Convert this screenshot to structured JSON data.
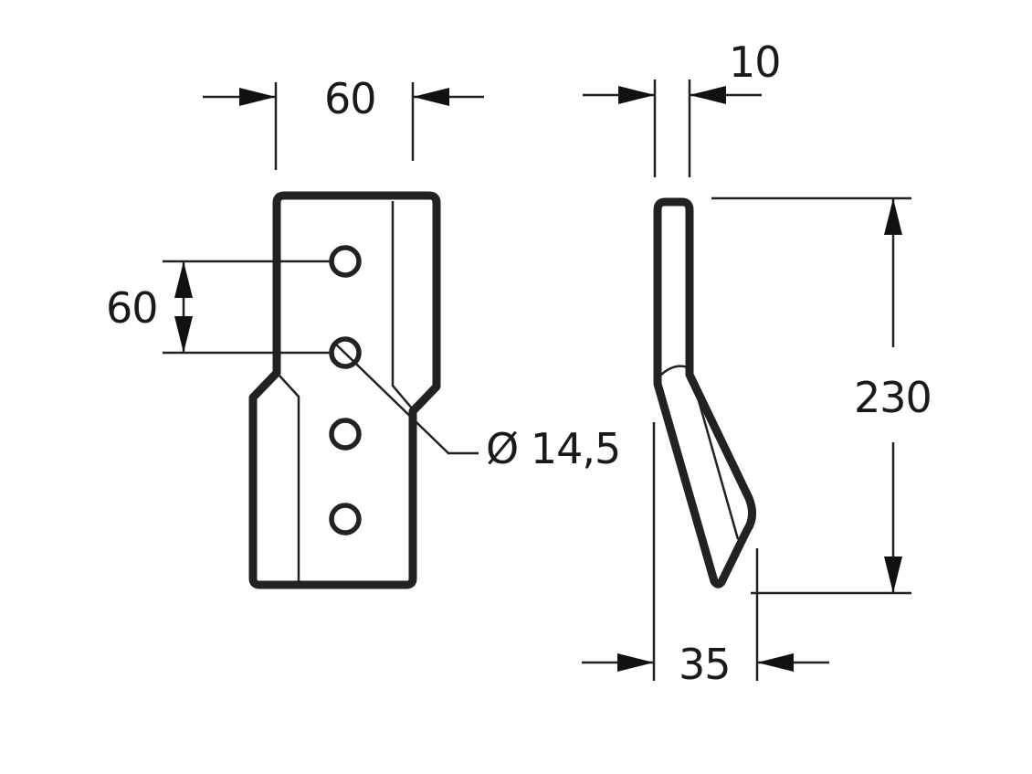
{
  "drawing": {
    "dimensions": {
      "front_width": "60",
      "hole_spacing": "60",
      "hole_diameter": "Ø 14,5",
      "side_thickness": "10",
      "side_height": "230",
      "side_offset": "35"
    },
    "hole_count": 4,
    "colors": {
      "line": "#222222",
      "background": "#ffffff"
    }
  }
}
